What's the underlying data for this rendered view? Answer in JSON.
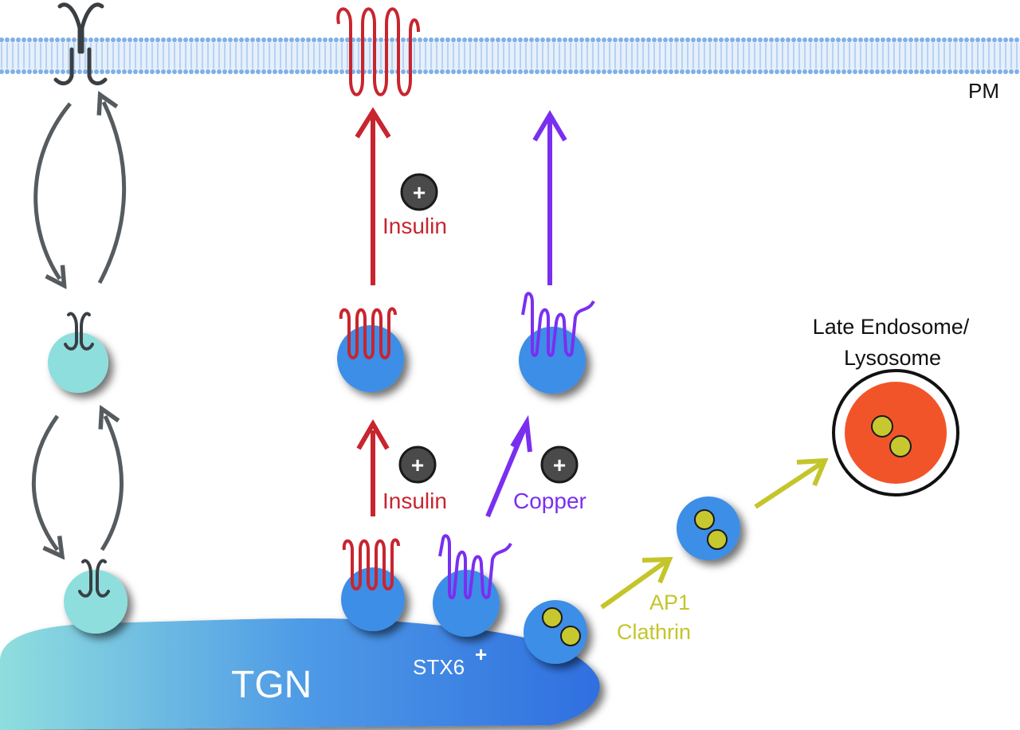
{
  "labels": {
    "pm": "PM",
    "tgn": "TGN",
    "stx6": "STX6",
    "stx6_sup": "+",
    "insulin_top": "Insulin",
    "insulin_bottom": "Insulin",
    "copper": "Copper",
    "ap1": "AP1",
    "clathrin": "Clathrin",
    "late_endosome_line1": "Late Endosome/",
    "late_endosome_line2": "Lysosome",
    "plus": "+"
  },
  "colors": {
    "membrane": "#a9c9ef",
    "membrane_dark": "#7fb0e6",
    "red_protein": "#c8252f",
    "purple_protein": "#7a2ff0",
    "grey_arrow": "#555b5e",
    "yellow_arrow": "#c4c52a",
    "vesicle_blue": "#3d8ee6",
    "vesicle_cyan": "#8fdede",
    "lysosome_orange": "#f2542a",
    "cargo_yellow": "#c7c830",
    "plus_badge": "#4a4a4a"
  }
}
